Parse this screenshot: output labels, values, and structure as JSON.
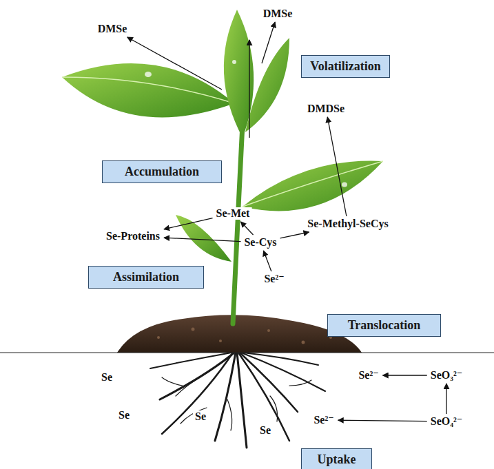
{
  "diagram": {
    "nodes": [
      {
        "text": [
          "Volatilization"
        ]
      },
      {
        "text": [
          "Accumulation"
        ]
      },
      {
        "text": [
          "Assimilation"
        ]
      },
      {
        "text": [
          "Translocation"
        ]
      },
      {
        "text": [
          "Uptake"
        ]
      }
    ],
    "labels": [
      "DMSe",
      "DMSe",
      "DMDSe",
      "Se-Met",
      "Se-Proteins",
      "Se-Methyl-SeCys",
      "Se-Cys",
      "Se²⁻",
      "Se",
      "Se²⁻",
      "SeO₃²⁻",
      "Se",
      "Se",
      "Se",
      "Se²⁻",
      "SeO₄²⁻"
    ]
  }
}
